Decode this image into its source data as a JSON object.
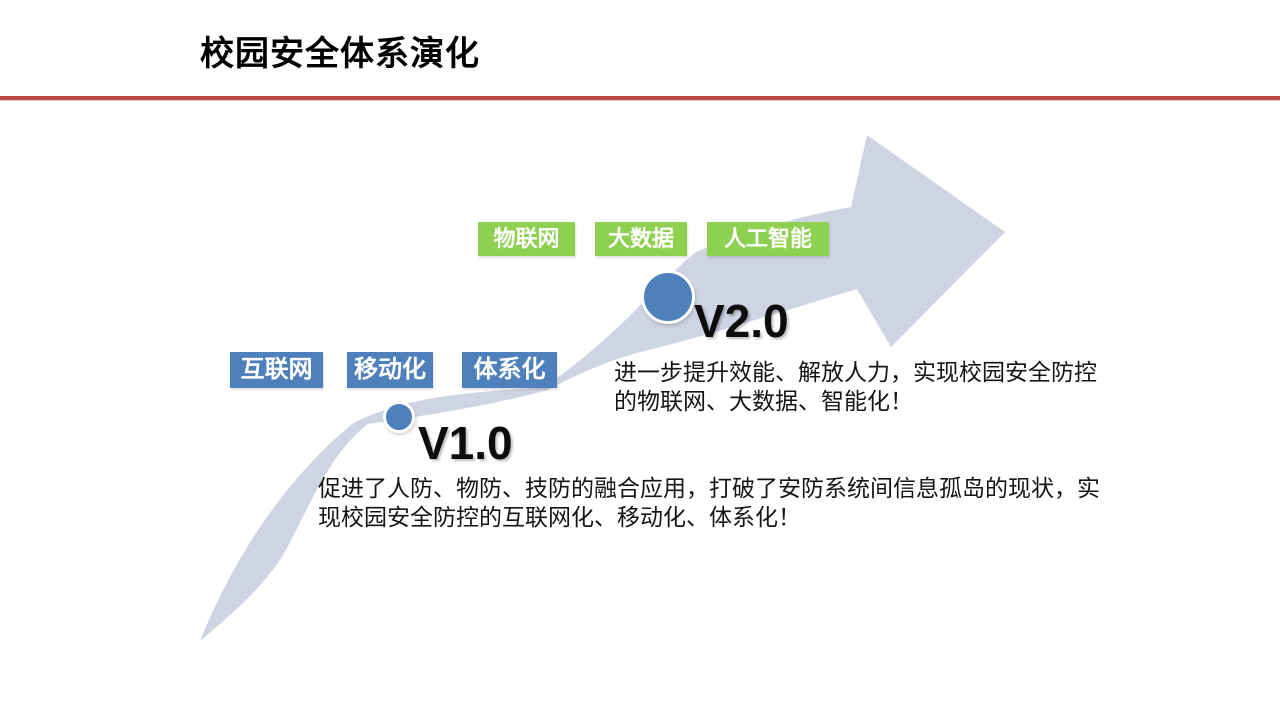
{
  "slide": {
    "title": "校园安全体系演化",
    "colors": {
      "accent_red": "#B94B4B",
      "tag_blue": "#4E80BB",
      "tag_green": "#8ED04F",
      "arrow_fill": "#CFD4E3",
      "dot_blue": "#4E80BB"
    },
    "v1": {
      "label": "V1.0",
      "tags": [
        "互联网",
        "移动化",
        "体系化"
      ],
      "description": "促进了人防、物防、技防的融合应用，打破了安防系统间信息孤岛的现状，实现校园安全防控的互联网化、移动化、体系化！"
    },
    "v2": {
      "label": "V2.0",
      "tags": [
        "物联网",
        "大数据",
        "人工智能"
      ],
      "description": "进一步提升效能、解放人力，实现校园安全防控的物联网、大数据、智能化！"
    }
  }
}
